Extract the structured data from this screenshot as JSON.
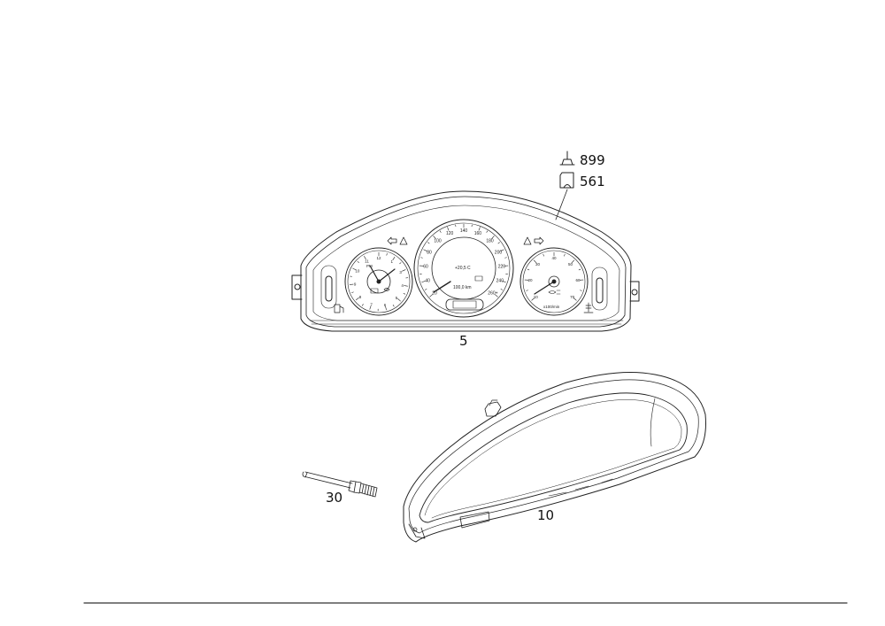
{
  "callouts": {
    "top_1": "899",
    "top_2": "561",
    "instrument_cluster": "5",
    "screw": "30",
    "housing": "10"
  },
  "gauges": {
    "speedo_ticks": [
      "20",
      "40",
      "60",
      "80",
      "100",
      "120",
      "140",
      "160",
      "180",
      "200",
      "220",
      "240",
      "260+"
    ],
    "speedo_temp": "+20,5 C",
    "speedo_odo": "100,0 km",
    "clock_ticks": [
      "12",
      "1",
      "3",
      "4",
      "5",
      "6",
      "7",
      "8",
      "9",
      "10",
      "11"
    ],
    "tacho_ticks": [
      "10",
      "20",
      "30",
      "40",
      "50",
      "60",
      "70"
    ],
    "tacho_unit": "x100/min"
  }
}
